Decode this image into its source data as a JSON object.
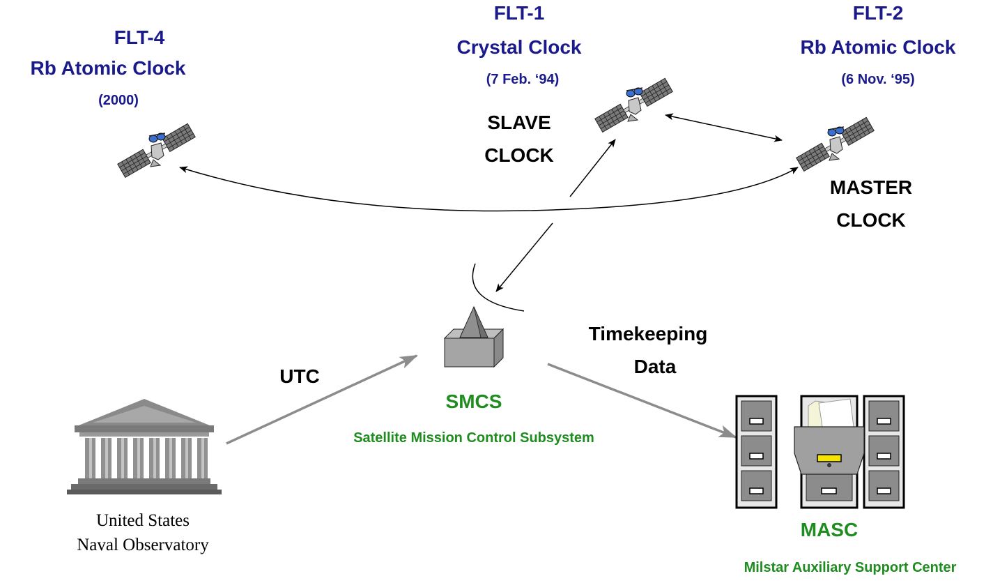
{
  "satellites": {
    "flt4": {
      "name": "FLT-4",
      "clock": "Rb  Atomic Clock",
      "date": "(2000)"
    },
    "flt1": {
      "name": "FLT-1",
      "clock": "Crystal Clock",
      "date": "(7 Feb. ‘94)",
      "role_line1": "SLAVE",
      "role_line2": "CLOCK"
    },
    "flt2": {
      "name": "FLT-2",
      "clock": "Rb  Atomic Clock",
      "date": "(6 Nov. ‘95)",
      "role_line1": "MASTER",
      "role_line2": "CLOCK"
    }
  },
  "links": {
    "utc": "UTC",
    "timekeeping_line1": "Timekeeping",
    "timekeeping_line2": "Data"
  },
  "smcs": {
    "abbr": "SMCS",
    "full": "Satellite Mission Control Subsystem"
  },
  "observatory": {
    "line1": "United States",
    "line2": "Naval Observatory"
  },
  "masc": {
    "abbr": "MASC",
    "full": "Milstar  Auxiliary Support Center"
  },
  "colors": {
    "satellite_labels": "#1a1a8c",
    "ground_labels": "#1e8c1e",
    "arrow_gray": "#8c8c8c"
  }
}
